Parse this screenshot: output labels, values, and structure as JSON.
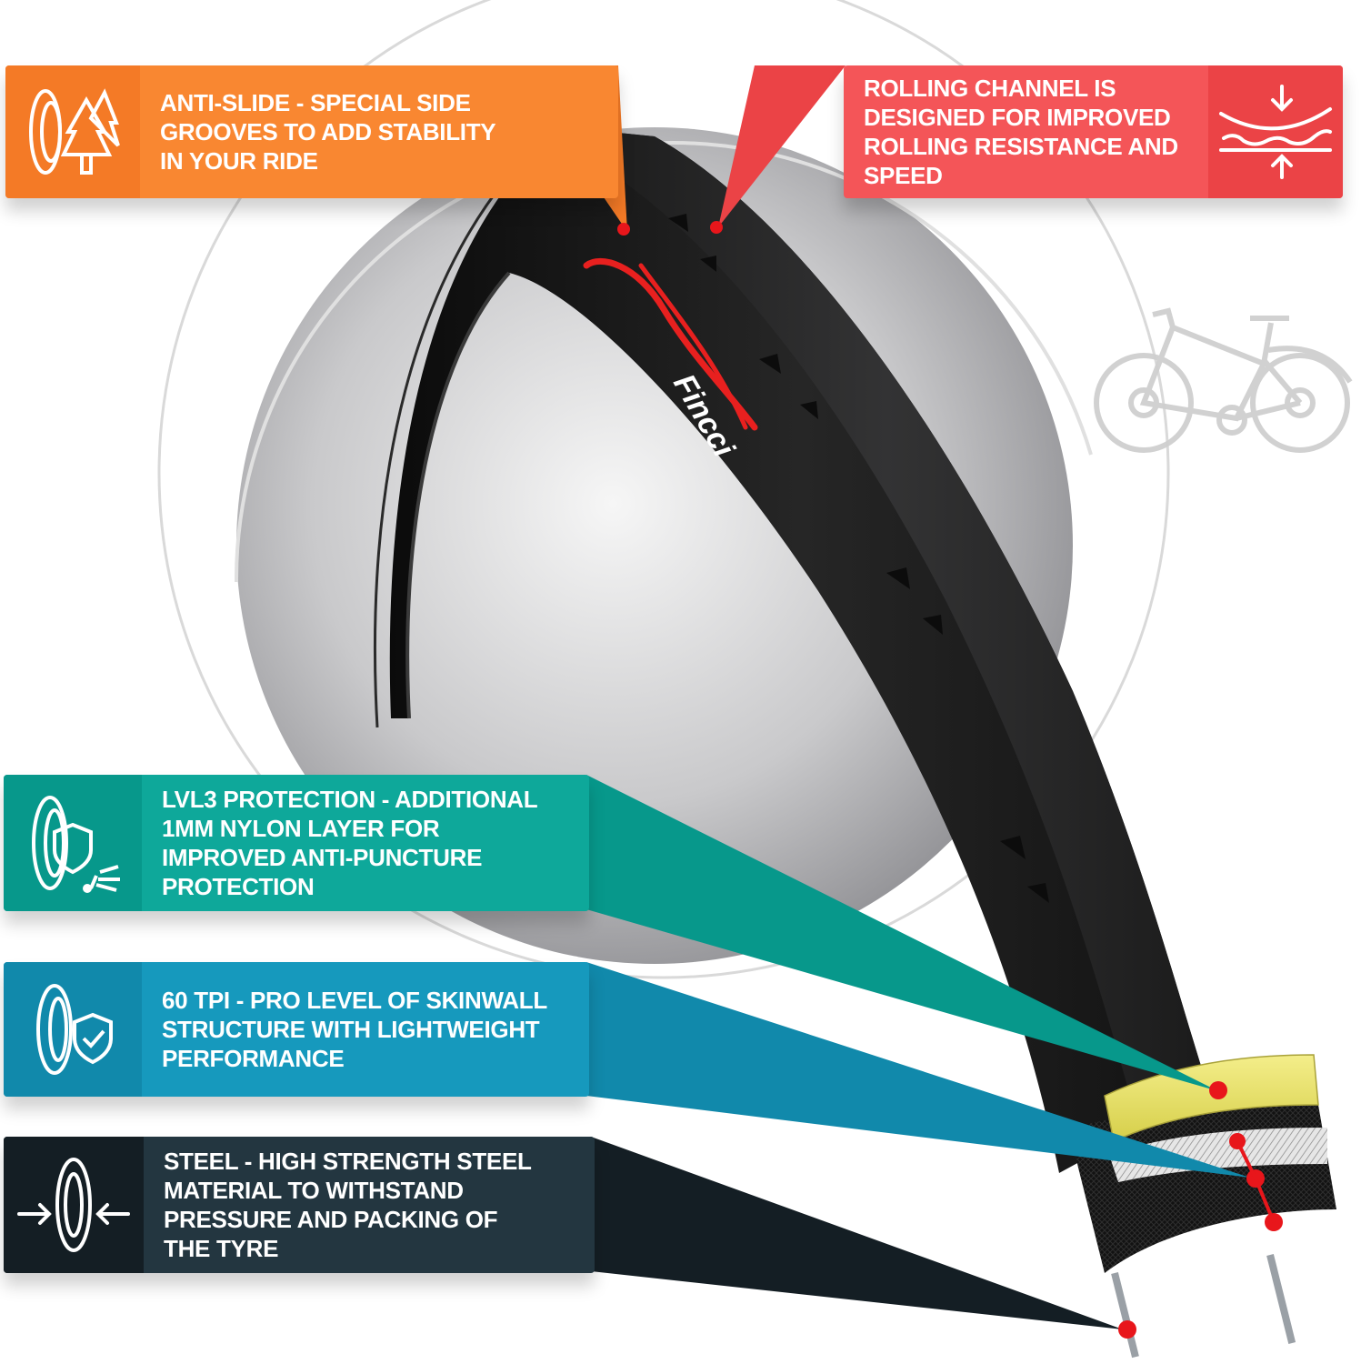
{
  "brand": {
    "logo_text": "Fincci",
    "logo_colors": {
      "swoosh": "#e8201f",
      "text": "#ffffff"
    }
  },
  "callouts": [
    {
      "id": "anti-slide",
      "text": "ANTI-SLIDE - SPECIAL SIDE\nGROOVES TO ADD STABILITY\nIN YOUR RIDE",
      "icon": "tyre-trees-icon",
      "color": "#f98731",
      "icon_bg": "#f47a26",
      "position": "top-left"
    },
    {
      "id": "rolling-channel",
      "text": "ROLLING CHANNEL IS\nDESIGNED FOR IMPROVED\nROLLING RESISTANCE AND\nSPEED",
      "icon": "rolling-resistance-icon",
      "color": "#f45558",
      "icon_bg": "#eb4346",
      "position": "top-right"
    },
    {
      "id": "lvl3-protection",
      "text": "LVL3 PROTECTION - ADDITIONAL\n1MM NYLON LAYER FOR\nIMPROVED ANTI-PUNCTURE\nPROTECTION",
      "icon": "tyre-shield-puncture-icon",
      "color": "#0ea89a",
      "icon_bg": "#07988b",
      "position": "middle-left"
    },
    {
      "id": "60-tpi",
      "text": "60 TPI - PRO LEVEL OF SKINWALL\nSTRUCTURE WITH LIGHTWEIGHT\nPERFORMANCE",
      "icon": "tyre-shield-check-icon",
      "color": "#1699bd",
      "icon_bg": "#1189ab",
      "position": "lower-left"
    },
    {
      "id": "steel",
      "text": "STEEL - HIGH STRENGTH STEEL\nMATERIAL TO WITHSTAND\nPRESSURE AND PACKING OF\nTHE TYRE",
      "icon": "tyre-compress-icon",
      "color": "#233640",
      "icon_bg": "#141e24",
      "position": "bottom-left"
    }
  ],
  "illustration": {
    "product": "road bicycle tyre with cross-section",
    "layers": [
      "tread",
      "nylon anti-puncture layer (yellow)",
      "casing",
      "steel bead"
    ],
    "marker_color": "#e8161b",
    "decor": "bicycle-silhouette-icon"
  }
}
